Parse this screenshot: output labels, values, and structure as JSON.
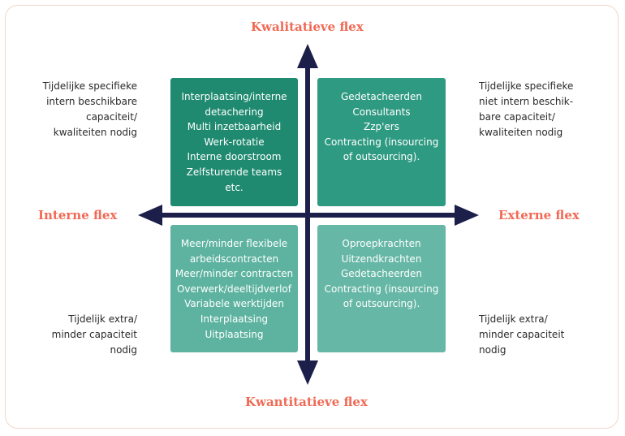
{
  "axes": {
    "top": "Kwalitatieve flex",
    "bottom": "Kwantitatieve flex",
    "left": "Interne flex",
    "right": "Externe flex"
  },
  "corner_notes": {
    "top_left": [
      "Tijdelijke specifieke",
      "intern beschikbare",
      "capaciteit/",
      "kwaliteiten nodig"
    ],
    "top_right": [
      "Tijdelijke specifieke",
      "niet intern beschik-",
      "bare capaciteit/",
      "kwaliteiten nodig"
    ],
    "bottom_left": [
      "Tijdelijk extra/",
      "minder capaciteit",
      "nodig"
    ],
    "bottom_right": [
      "Tijdelijk extra/",
      "minder capaciteit",
      "nodig"
    ]
  },
  "quadrants": {
    "top_left": [
      "Interplaatsing/interne",
      "detachering",
      "Multi inzetbaarheid",
      "Werk-rotatie",
      "Interne doorstroom",
      "Zelfsturende teams",
      "etc."
    ],
    "top_right": [
      "Gedetacheerden",
      "Consultants",
      "Zzp'ers",
      "Contracting (insourcing",
      "of outsourcing)."
    ],
    "bottom_left": [
      "Meer/minder flexibele",
      "arbeidscontracten",
      "Meer/minder contracten",
      "Overwerk/deeltijdverlof",
      "Variabele werktijden",
      "Interplaatsing",
      "Uitplaatsing"
    ],
    "bottom_right": [
      "Oproepkrachten",
      "Uitzendkrachten",
      "Gedetacheerden",
      "Contracting (insourcing",
      "of outsourcing)."
    ]
  },
  "colors": {
    "axis_label": "#f06a55",
    "arrow": "#1c1f4a",
    "quadrant_top_left": "#1f8a70",
    "quadrant_top_right": "#2f9a82",
    "quadrant_bottom_left": "#5db3a0",
    "quadrant_bottom_right": "#66b7a6"
  }
}
